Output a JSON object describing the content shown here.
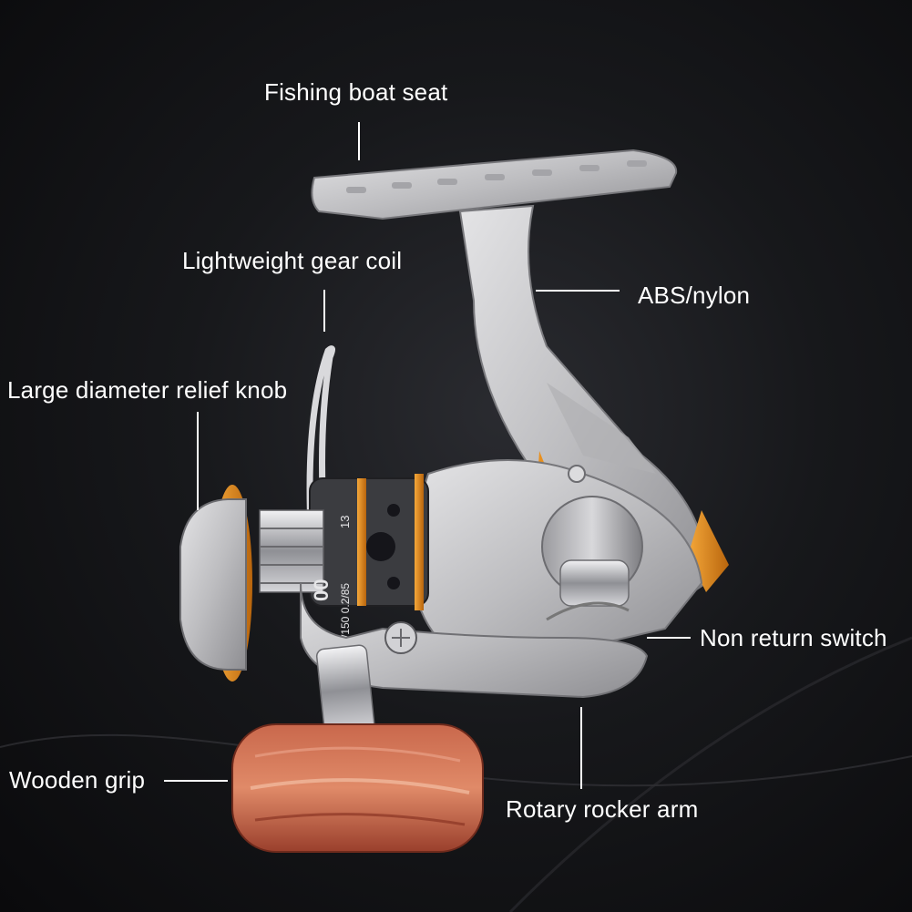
{
  "labels": {
    "fishing_boat_seat": "Fishing boat seat",
    "lightweight_gear_coil": "Lightweight gear coil",
    "abs_nylon": "ABS/nylon",
    "large_diameter_relief_knob": "Large diameter relief knob",
    "non_return_switch": "Non return switch",
    "wooden_grip": "Wooden grip",
    "rotary_rocker_arm": "Rotary rocker arm"
  },
  "spool_marking": {
    "size": "00",
    "line_capacity": "/150 0.2/85",
    "number": "13"
  },
  "colors": {
    "background": "#111214",
    "reel_body": "#c9c9cb",
    "accent_orange": "#e8901f",
    "wood": "#b5543e",
    "label_text": "#ffffff"
  }
}
